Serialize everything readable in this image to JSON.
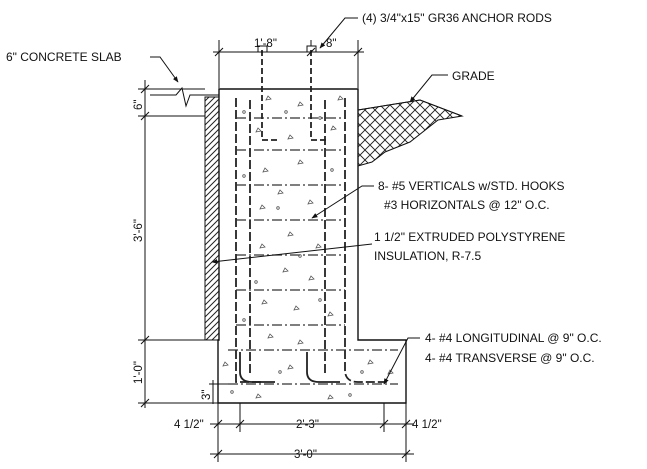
{
  "labels": {
    "anchor_rods": "(4) 3/4\"x15\" GR36 ANCHOR RODS",
    "concrete_slab": "6\" CONCRETE SLAB",
    "grade": "GRADE",
    "verticals": "8- #5 VERTICALS w/STD. HOOKS",
    "horizontals": "#3 HORIZONTALS @ 12\" O.C.",
    "insulation_1": "1 1/2\" EXTRUDED POLYSTYRENE",
    "insulation_2": "INSULATION, R-7.5",
    "longitudinal": "4- #4 LONGITUDINAL @ 9\" O.C.",
    "transverse": "4- #4 TRANSVERSE @ 9\" O.C."
  },
  "dimensions": {
    "wall_width": "1'-8\"",
    "anchor_offset": "8\"",
    "slab_thickness": "6\"",
    "wall_height": "3'-6\"",
    "footing_height": "1'-0\"",
    "cover": "3\"",
    "footing_left_ext": "4 1/2\"",
    "footing_mid": "2'-3\"",
    "footing_right_ext": "4 1/2\"",
    "footing_width": "3'-0\""
  }
}
